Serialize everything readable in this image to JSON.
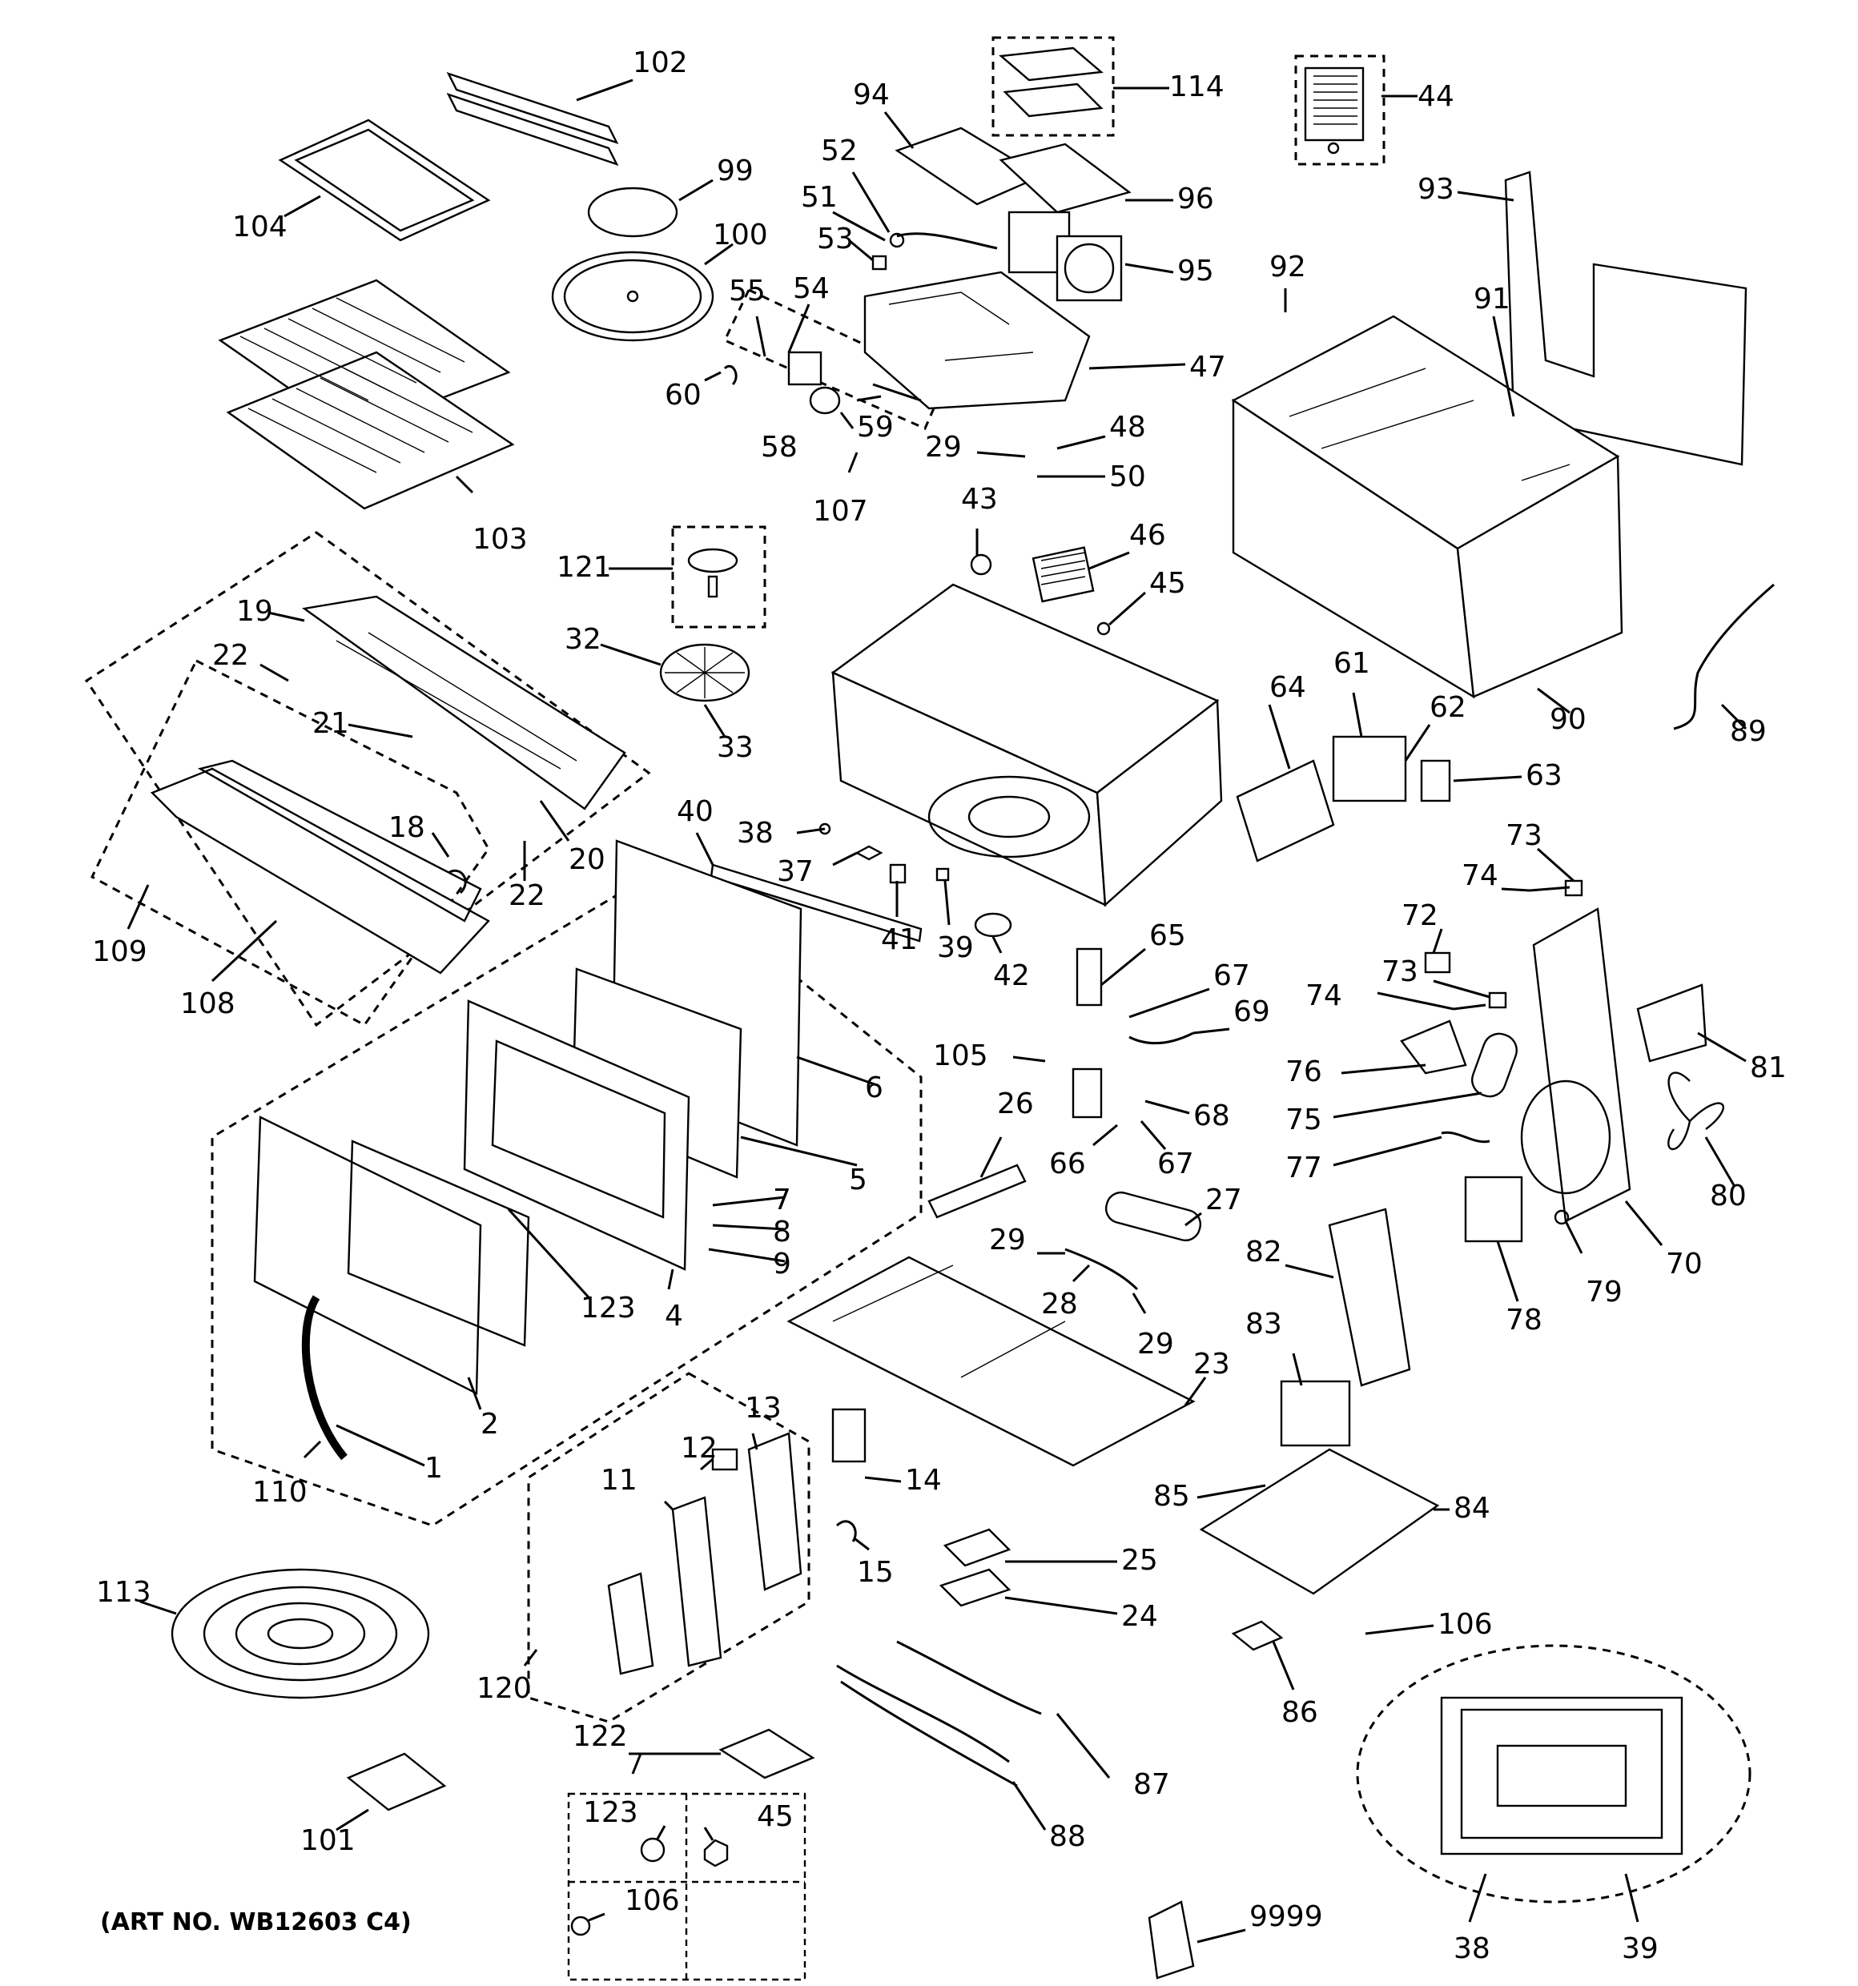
{
  "diagram": {
    "art_number": "(ART NO. WB12603 C4)",
    "labels": {
      "p102": "102",
      "p104": "104",
      "p99": "99",
      "p100": "100",
      "p103": "103",
      "p94": "94",
      "p114": "114",
      "p44": "44",
      "p93": "93",
      "p96": "96",
      "p95": "95",
      "p52": "52",
      "p51": "51",
      "p53": "53",
      "p55": "55",
      "p54": "54",
      "p60": "60",
      "p47": "47",
      "p59": "59",
      "p58": "58",
      "p48": "48",
      "p29a": "29",
      "p50": "50",
      "p107": "107",
      "p92": "92",
      "p91": "91",
      "p90": "90",
      "p89": "89",
      "p121": "121",
      "p43": "43",
      "p46": "46",
      "p45": "45",
      "p32": "32",
      "p33": "33",
      "p19": "19",
      "p22a": "22",
      "p21": "21",
      "p18": "18",
      "p20": "20",
      "p22b": "22",
      "p109": "109",
      "p108": "108",
      "p64": "64",
      "p61": "61",
      "p62": "62",
      "p63": "63",
      "p40": "40",
      "p38a": "38",
      "p37": "37",
      "p41": "41",
      "p39a": "39",
      "p42": "42",
      "p65": "65",
      "p67a": "67",
      "p69": "69",
      "p105": "105",
      "p68": "68",
      "p66": "66",
      "p67b": "67",
      "p73a": "73",
      "p74a": "74",
      "p72": "72",
      "p73b": "73",
      "p74b": "74",
      "p81": "81",
      "p76": "76",
      "p75": "75",
      "p77": "77",
      "p80": "80",
      "p70": "70",
      "p78": "78",
      "p79": "79",
      "p6": "6",
      "p5": "5",
      "p7": "7",
      "p8": "8",
      "p9": "9",
      "p4": "4",
      "p123a": "123",
      "p2": "2",
      "p1": "1",
      "p110": "110",
      "p26": "26",
      "p27": "27",
      "p29b": "29",
      "p28": "28",
      "p29c": "29",
      "p23": "23",
      "p82": "82",
      "p83": "83",
      "p85": "85",
      "p84": "84",
      "p106a": "106",
      "p86": "86",
      "p13": "13",
      "p12": "12",
      "p11": "11",
      "p14": "14",
      "p15": "15",
      "p25": "25",
      "p24": "24",
      "p120": "120",
      "p113": "113",
      "p101": "101",
      "p122": "122",
      "p123b": "123",
      "p45b": "45",
      "p106b": "106",
      "p87": "87",
      "p88": "88",
      "p9999": "9999",
      "p38b": "38",
      "p39b": "39"
    }
  }
}
